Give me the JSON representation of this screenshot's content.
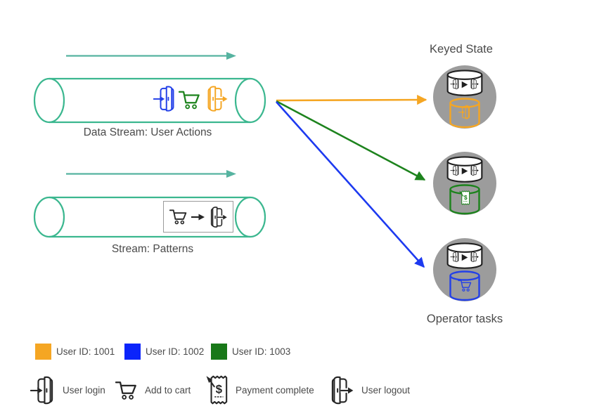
{
  "diagram": {
    "stream_user_actions": {
      "label": "Data Stream: User Actions",
      "event_icons": [
        "user-login",
        "add-to-cart",
        "user-logout"
      ]
    },
    "stream_patterns": {
      "label": "Stream: Patterns",
      "pattern": [
        "add-to-cart",
        "user-logout"
      ]
    },
    "keyed_state": {
      "title": "Keyed State",
      "caption": "Operator tasks",
      "tasks": [
        {
          "user_id": "1001",
          "color": "#f5a623",
          "state_event": "user-login"
        },
        {
          "user_id": "1003",
          "color": "#1d831d",
          "state_event": "payment-complete"
        },
        {
          "user_id": "1002",
          "color": "#2340e8",
          "state_event": "add-to-cart"
        }
      ]
    }
  },
  "legend_users": {
    "items": [
      {
        "label": "User ID: 1001",
        "color": "#f5a623"
      },
      {
        "label": "User ID: 1002",
        "color": "#0b24fb"
      },
      {
        "label": "User ID: 1003",
        "color": "#187818"
      }
    ]
  },
  "legend_events": {
    "items": [
      {
        "label": "User login",
        "icon": "door-in"
      },
      {
        "label": "Add to cart",
        "icon": "cart"
      },
      {
        "label": "Payment complete",
        "icon": "receipt"
      },
      {
        "label": "User logout",
        "icon": "door-out"
      }
    ]
  },
  "colors": {
    "stream_outline": "#3bb78f",
    "flow_arrow": "#56b3a0",
    "task_circle": "#9c9c9c",
    "text": "#4a4a4a",
    "user_1001": "#f5a623",
    "user_1002": "#0b24fb",
    "user_1003": "#187818"
  }
}
